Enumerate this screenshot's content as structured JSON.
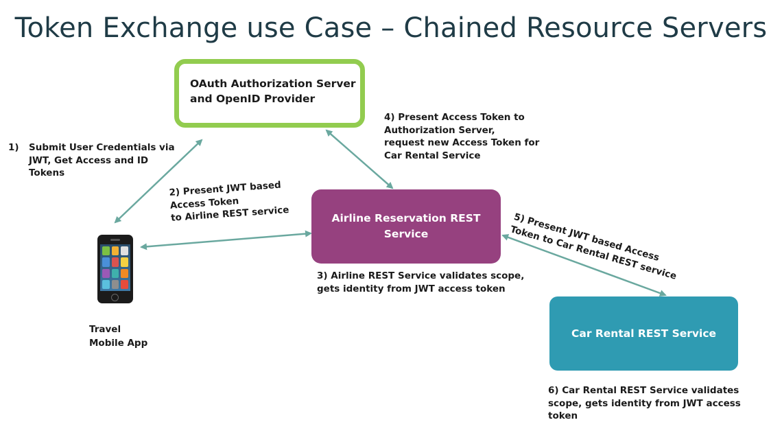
{
  "title": "Token Exchange use Case – Chained Resource Servers",
  "colors": {
    "auth_border": "#92cc4f",
    "airline_fill": "#96417f",
    "carrental_fill": "#2f9bb2",
    "arrow": "#6aa89f",
    "title_text": "#1f3b46"
  },
  "nodes": {
    "auth_server": "OAuth Authorization Server\nand OpenID Provider",
    "airline_service": "Airline Reservation REST\nService",
    "car_rental_service": "Car Rental REST Service",
    "mobile_app": "Travel\n  Mobile App"
  },
  "steps": {
    "step1_number": "1)",
    "step1_text": "Submit User Credentials  via\nJWT, Get Access and ID\nTokens",
    "step2": "2) Present JWT based\nAccess Token\n to Airline REST service",
    "step3": "3) Airline  REST Service validates scope,\ngets identity from JWT access token",
    "step4": "4) Present Access Token to\nAuthorization Server,\n request new Access Token for\nCar Rental Service",
    "step5": "5) Present JWT based Access\nToken to Car Rental REST service",
    "step6": "6) Car Rental REST Service validates\nscope, gets identity from JWT access\ntoken"
  },
  "icons": {
    "mobile_device": "smartphone-icon"
  }
}
